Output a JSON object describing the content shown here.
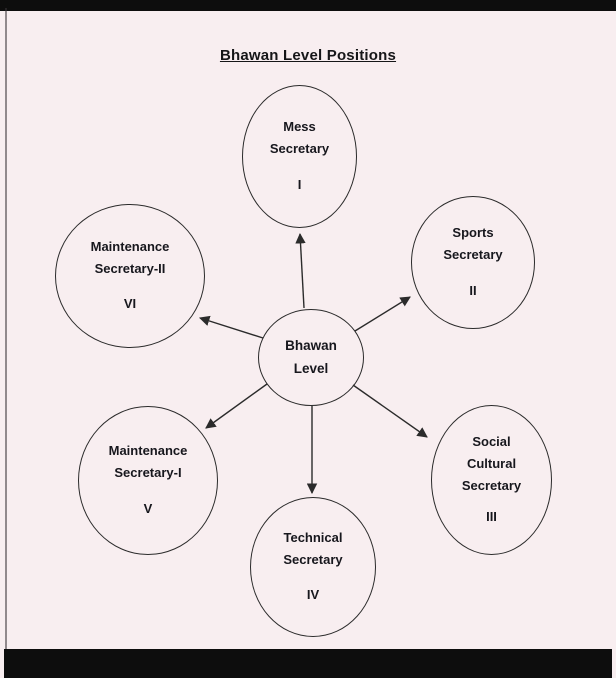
{
  "page": {
    "title": "Bhawan Level Positions"
  },
  "diagram": {
    "center": {
      "id": "bhawan-level",
      "lines": [
        "Bhawan",
        "Level"
      ]
    },
    "nodes": [
      {
        "id": "mess-secretary",
        "lines": [
          "Mess",
          "Secretary"
        ],
        "numeral": "I"
      },
      {
        "id": "sports-secretary",
        "lines": [
          "Sports",
          "Secretary"
        ],
        "numeral": "II"
      },
      {
        "id": "social-cultural-secretary",
        "lines": [
          "Social",
          "Cultural",
          "Secretary"
        ],
        "numeral": "III"
      },
      {
        "id": "technical-secretary",
        "lines": [
          "Technical",
          "Secretary"
        ],
        "numeral": "IV"
      },
      {
        "id": "maintenance-secretary-1",
        "lines": [
          "Maintenance",
          "Secretary-I"
        ],
        "numeral": "V"
      },
      {
        "id": "maintenance-secretary-2",
        "lines": [
          "Maintenance",
          "Secretary-II"
        ],
        "numeral": "VI"
      }
    ],
    "edges": [
      {
        "from": "bhawan-level",
        "to": "mess-secretary"
      },
      {
        "from": "bhawan-level",
        "to": "sports-secretary"
      },
      {
        "from": "bhawan-level",
        "to": "social-cultural-secretary"
      },
      {
        "from": "bhawan-level",
        "to": "technical-secretary"
      },
      {
        "from": "bhawan-level",
        "to": "maintenance-secretary-1"
      },
      {
        "from": "bhawan-level",
        "to": "maintenance-secretary-2"
      }
    ]
  },
  "colors": {
    "background": "#f8eef0",
    "ink": "#17171d",
    "line": "#2b2b2b",
    "scan_edge": "#0d0d0d"
  }
}
